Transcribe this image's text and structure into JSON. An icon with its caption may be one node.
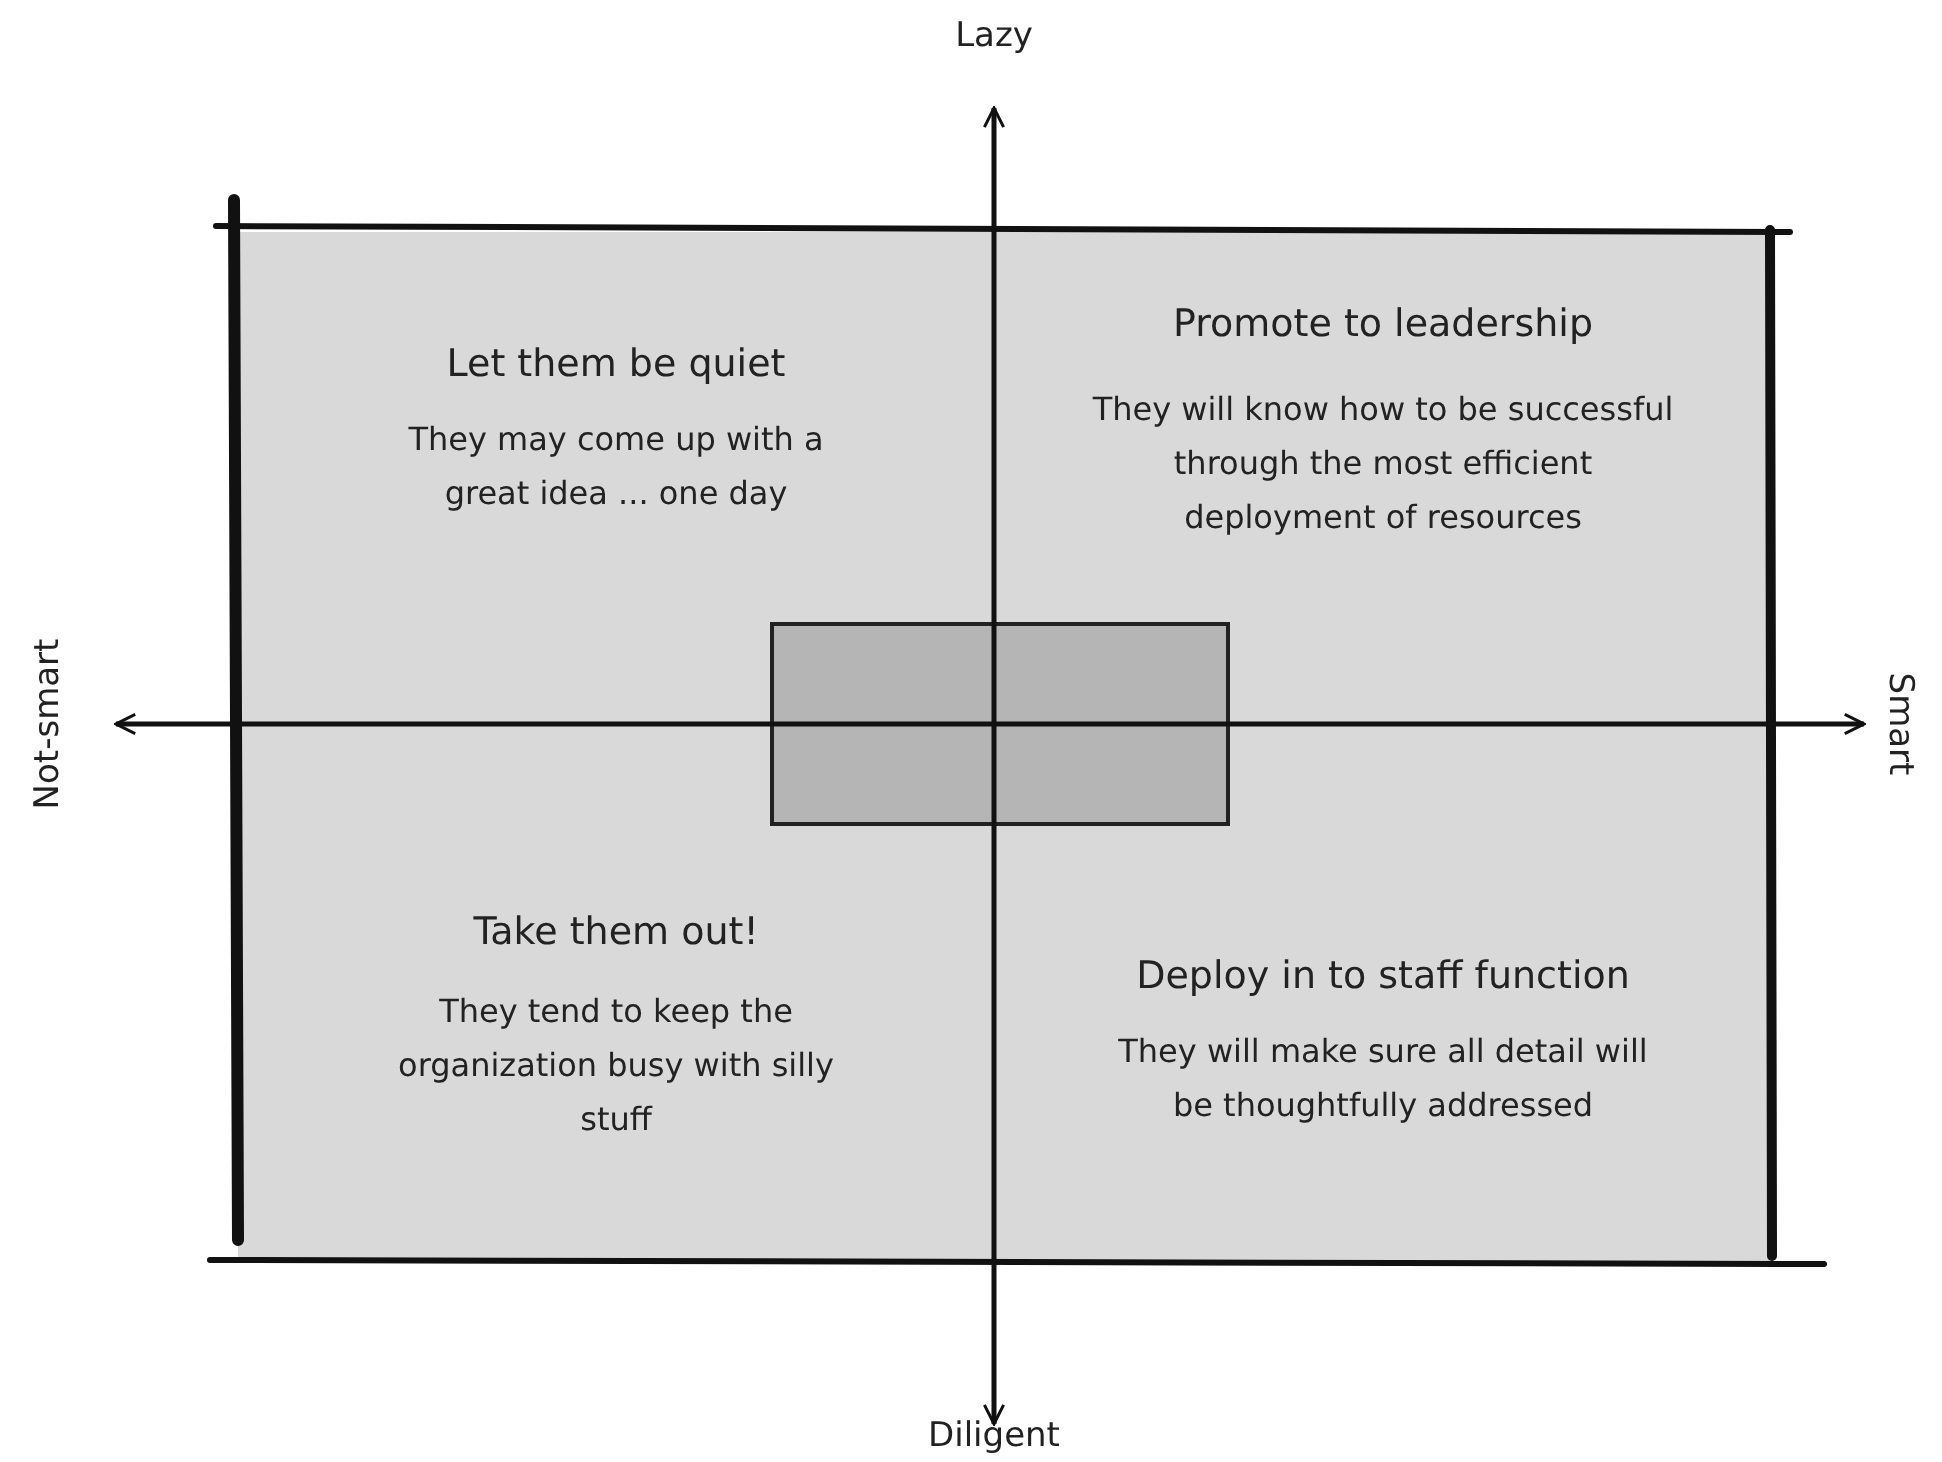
{
  "diagram": {
    "nodes": [
      {
        "text": [
          "Let them be quiet",
          "They may come up with a great idea ... one day"
        ]
      },
      {
        "text": [
          "Promote to leadership",
          "They will know how to be successful through the most efficient deployment of resources"
        ]
      },
      {
        "text": [
          "Take them out!",
          "They tend to keep the organization busy with silly stuff"
        ]
      },
      {
        "text": [
          "Deploy in to staff function",
          "They will make sure all detail will be thoughtfully addressed"
        ]
      },
      {
        "text": [],
        "shape": "box"
      }
    ],
    "edges": [],
    "labels": [
      "Lazy",
      "Not-smart",
      "Smart",
      "Diligent"
    ]
  }
}
